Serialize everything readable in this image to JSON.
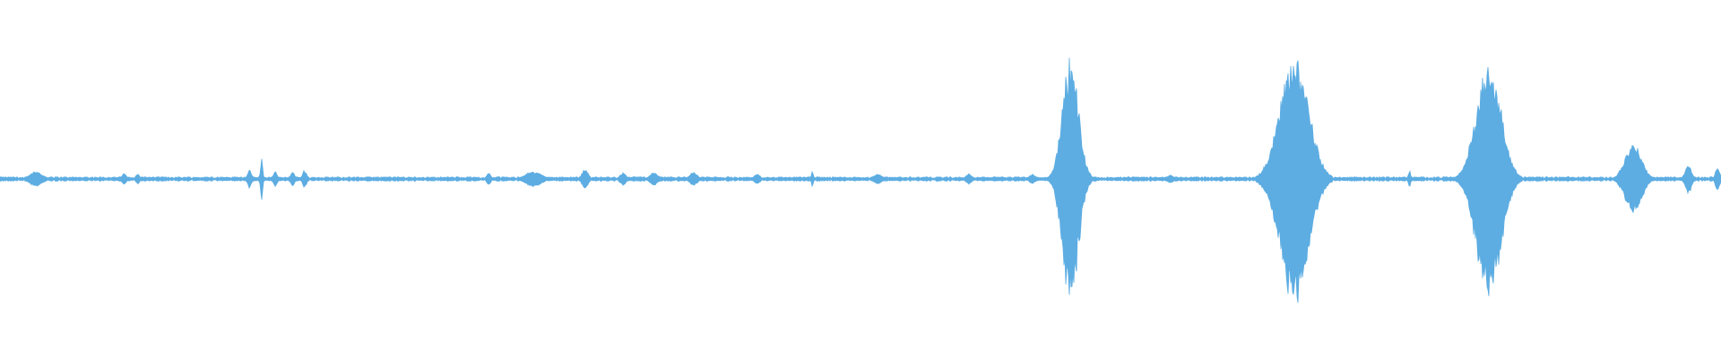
{
  "waveform": {
    "color": "#5dade2",
    "background": "#ffffff",
    "baseline_amplitude": 0.012,
    "bursts": [
      {
        "position": 0.021,
        "amplitude": 0.06,
        "width": 0.006
      },
      {
        "position": 0.072,
        "amplitude": 0.05,
        "width": 0.002
      },
      {
        "position": 0.08,
        "amplitude": 0.04,
        "width": 0.002
      },
      {
        "position": 0.145,
        "amplitude": 0.07,
        "width": 0.002
      },
      {
        "position": 0.152,
        "amplitude": 0.18,
        "width": 0.001
      },
      {
        "position": 0.16,
        "amplitude": 0.06,
        "width": 0.002
      },
      {
        "position": 0.17,
        "amplitude": 0.06,
        "width": 0.002
      },
      {
        "position": 0.177,
        "amplitude": 0.07,
        "width": 0.002
      },
      {
        "position": 0.284,
        "amplitude": 0.05,
        "width": 0.002
      },
      {
        "position": 0.31,
        "amplitude": 0.06,
        "width": 0.008
      },
      {
        "position": 0.34,
        "amplitude": 0.08,
        "width": 0.003
      },
      {
        "position": 0.362,
        "amplitude": 0.05,
        "width": 0.003
      },
      {
        "position": 0.38,
        "amplitude": 0.05,
        "width": 0.004
      },
      {
        "position": 0.403,
        "amplitude": 0.05,
        "width": 0.004
      },
      {
        "position": 0.44,
        "amplitude": 0.04,
        "width": 0.003
      },
      {
        "position": 0.472,
        "amplitude": 0.06,
        "width": 0.001
      },
      {
        "position": 0.51,
        "amplitude": 0.04,
        "width": 0.004
      },
      {
        "position": 0.563,
        "amplitude": 0.04,
        "width": 0.003
      },
      {
        "position": 0.6,
        "amplitude": 0.04,
        "width": 0.003
      },
      {
        "position": 0.622,
        "amplitude": 0.95,
        "width": 0.008
      },
      {
        "position": 0.68,
        "amplitude": 0.03,
        "width": 0.004
      },
      {
        "position": 0.752,
        "amplitude": 1.0,
        "width": 0.014
      },
      {
        "position": 0.819,
        "amplitude": 0.07,
        "width": 0.001
      },
      {
        "position": 0.865,
        "amplitude": 0.95,
        "width": 0.012
      },
      {
        "position": 0.949,
        "amplitude": 0.28,
        "width": 0.008
      },
      {
        "position": 0.981,
        "amplitude": 0.12,
        "width": 0.003
      },
      {
        "position": 0.998,
        "amplitude": 0.1,
        "width": 0.002
      }
    ]
  }
}
